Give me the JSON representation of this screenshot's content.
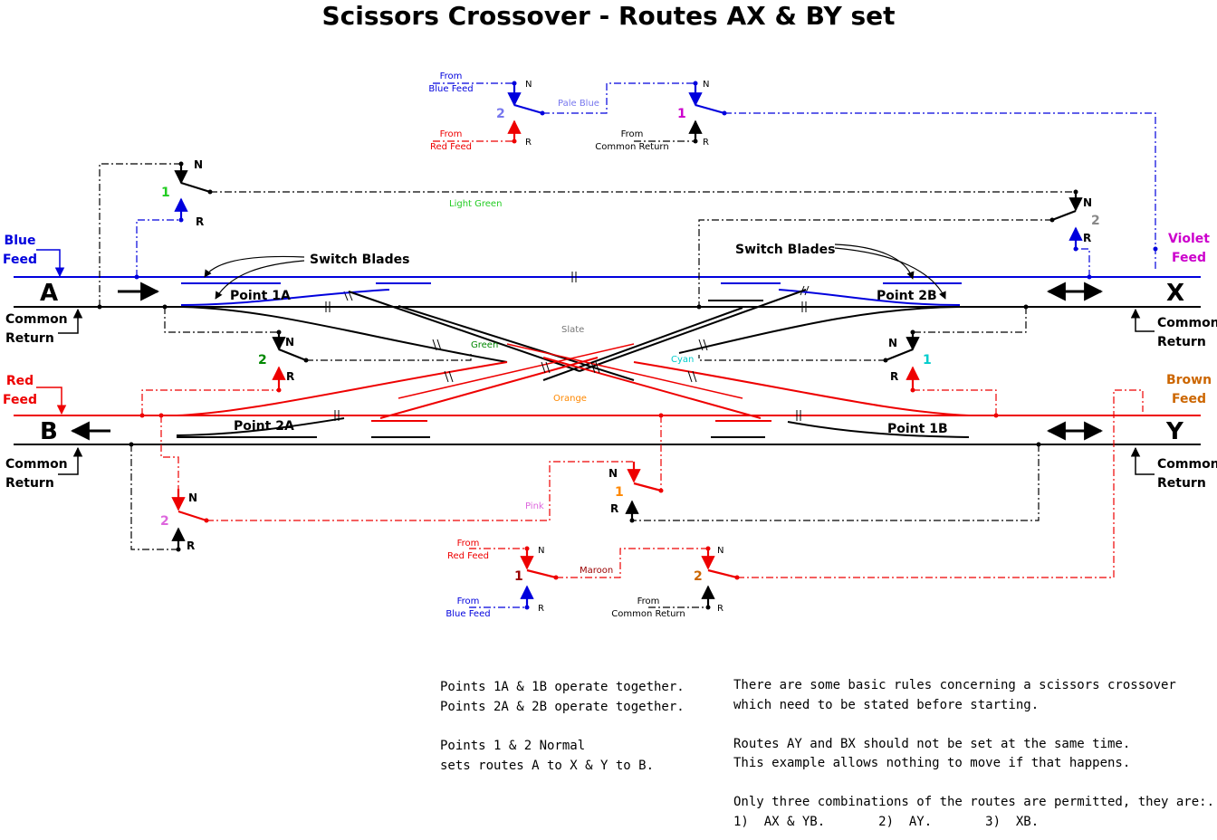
{
  "title": "Scissors Crossover - Routes AX & BY set",
  "terminals": {
    "A": "A",
    "X": "X",
    "B": "B",
    "Y": "Y"
  },
  "feeds": {
    "blue": [
      "Blue",
      "Feed"
    ],
    "red": [
      "Red",
      "Feed"
    ],
    "violet": [
      "Violet",
      "Feed"
    ],
    "brown": [
      "Brown",
      "Feed"
    ]
  },
  "common_return": [
    "Common",
    "Return"
  ],
  "points": {
    "p1a": "Point 1A",
    "p2b": "Point 2B",
    "p2a": "Point 2A",
    "p1b": "Point 1B"
  },
  "switch_blades": "Switch Blades",
  "wire_labels": {
    "light_green": "Light Green",
    "slate": "Slate",
    "green": "Green",
    "cyan": "Cyan",
    "orange": "Orange",
    "pink": "Pink",
    "maroon": "Maroon",
    "pale_blue": "Pale Blue"
  },
  "from_labels": {
    "blue": [
      "From",
      "Blue Feed"
    ],
    "red": [
      "From",
      "Red Feed"
    ],
    "common": [
      "From",
      "Common Return"
    ]
  },
  "switch_numbers": {
    "one": "1",
    "two": "2"
  },
  "nr": {
    "n": "N",
    "r": "R"
  },
  "notes_left": [
    "Points 1A & 1B operate together.",
    "Points 2A & 2B operate together.",
    "",
    "Points 1 & 2 Normal",
    "sets routes A to X & Y to B."
  ],
  "notes_right": [
    "There are some basic rules concerning a scissors crossover",
    "which need to be stated before starting.",
    "",
    "Routes AY and BX should not be set at the same time.",
    "This example allows nothing to move if that happens.",
    "",
    "Only three combinations of the routes are permitted, they are:.",
    "1)  AX & YB.       2)  AY.       3)  XB."
  ],
  "colors": {
    "blue": "#0000dd",
    "red": "#ee0000",
    "black": "#000000",
    "light_green": "#22cc22",
    "green": "#008800",
    "slate": "#777777",
    "cyan": "#00cccc",
    "orange": "#ff8800",
    "pink": "#dd66dd",
    "maroon": "#990000",
    "pale_blue": "#7777ee",
    "violet": "#cc00cc",
    "brown": "#cc6600",
    "grey_num": "#888888"
  }
}
